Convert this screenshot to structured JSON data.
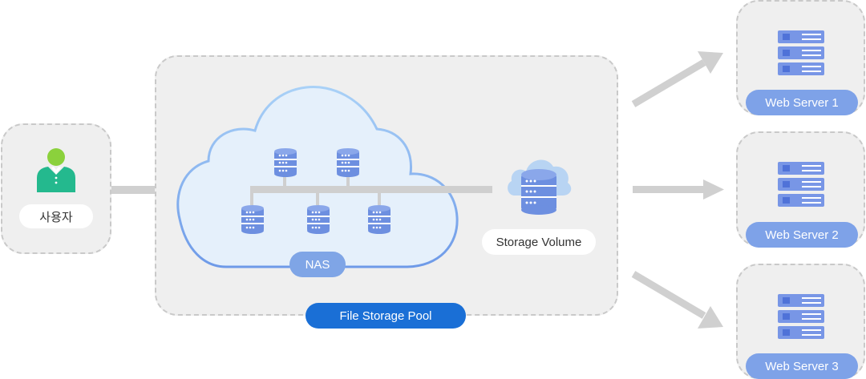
{
  "user": {
    "label": "사용자"
  },
  "pool": {
    "label": "File Storage Pool"
  },
  "nas": {
    "label": "NAS"
  },
  "storage_volume": {
    "label": "Storage Volume"
  },
  "web_servers": [
    {
      "label": "Web Server 1"
    },
    {
      "label": "Web Server 2"
    },
    {
      "label": "Web Server 3"
    }
  ],
  "colors": {
    "panel_bg": "#efefef",
    "panel_border": "#c9c9c9",
    "db_blue": "#6d8fe0",
    "server_blue": "#7896e6",
    "pool_pill": "#1a6fd6",
    "server_pill": "#7ea2e8",
    "arrow": "#d0d0d0",
    "connector": "#cfcfcf",
    "user_green": "#8bd13c"
  },
  "icons": [
    "user-icon",
    "database-icon",
    "cloud-database-icon",
    "server-stack-icon",
    "arrow-icon"
  ]
}
